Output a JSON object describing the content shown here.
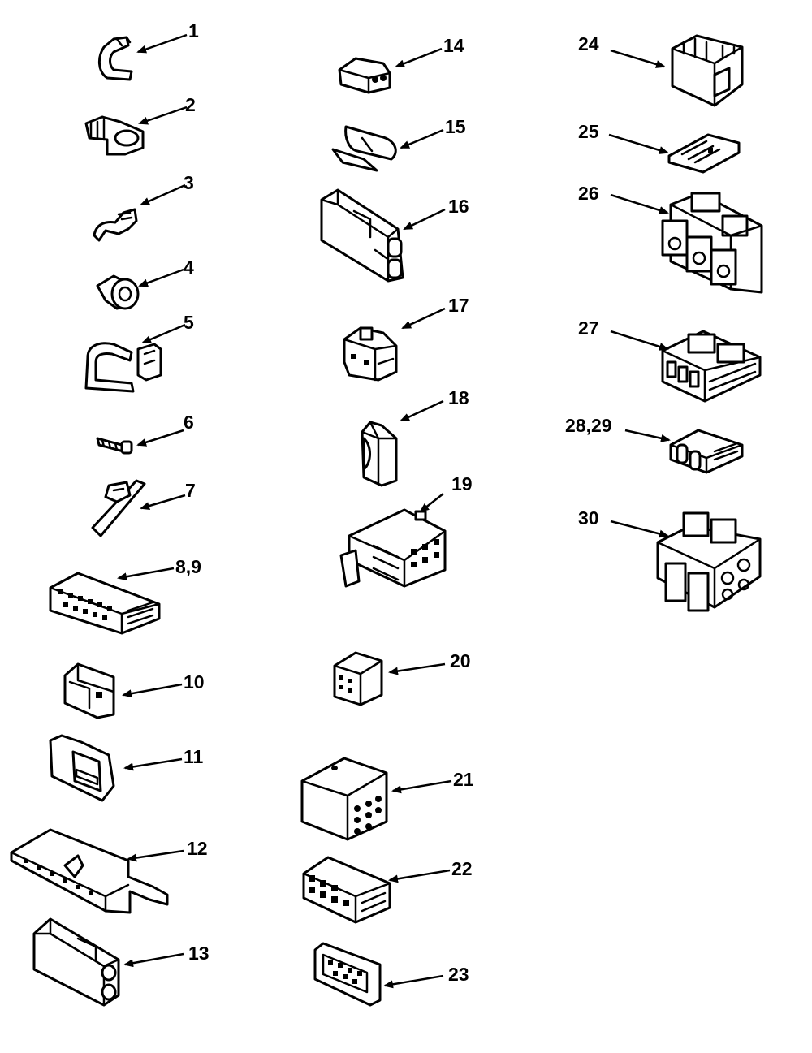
{
  "diagram": {
    "callouts": [
      {
        "id": "p1",
        "label": "1"
      },
      {
        "id": "p2",
        "label": "2"
      },
      {
        "id": "p3",
        "label": "3"
      },
      {
        "id": "p4",
        "label": "4"
      },
      {
        "id": "p5",
        "label": "5"
      },
      {
        "id": "p6",
        "label": "6"
      },
      {
        "id": "p7",
        "label": "7"
      },
      {
        "id": "p8",
        "label": "8,9"
      },
      {
        "id": "p10",
        "label": "10"
      },
      {
        "id": "p11",
        "label": "11"
      },
      {
        "id": "p12",
        "label": "12"
      },
      {
        "id": "p13",
        "label": "13"
      },
      {
        "id": "p14",
        "label": "14"
      },
      {
        "id": "p15",
        "label": "15"
      },
      {
        "id": "p16",
        "label": "16"
      },
      {
        "id": "p17",
        "label": "17"
      },
      {
        "id": "p18",
        "label": "18"
      },
      {
        "id": "p19",
        "label": "19"
      },
      {
        "id": "p20",
        "label": "20"
      },
      {
        "id": "p21",
        "label": "21"
      },
      {
        "id": "p22",
        "label": "22"
      },
      {
        "id": "p23",
        "label": "23"
      },
      {
        "id": "p24",
        "label": "24"
      },
      {
        "id": "p25",
        "label": "25"
      },
      {
        "id": "p26",
        "label": "26"
      },
      {
        "id": "p27",
        "label": "27"
      },
      {
        "id": "p28",
        "label": "28,29"
      },
      {
        "id": "p30",
        "label": "30"
      }
    ]
  }
}
